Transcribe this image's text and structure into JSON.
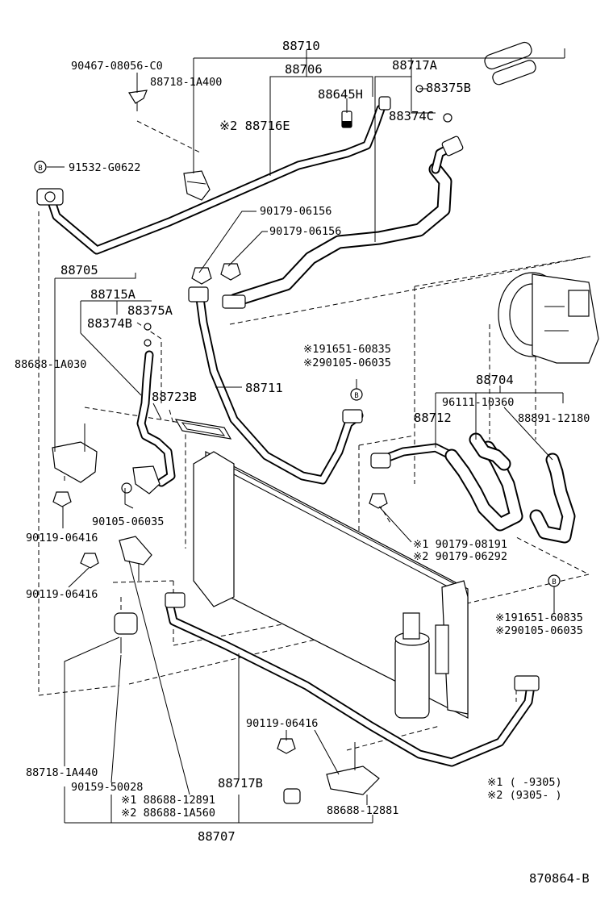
{
  "labels": {
    "p88710": "88710",
    "p88706": "88706",
    "p88717A": "88717A",
    "p90467": "90467-08056-C0",
    "p88718_1A400": "88718-1A400",
    "p88645H": "88645H",
    "p88375B": "88375B",
    "p88374C": "88374C",
    "p88716E": "※2 88716E",
    "p91532": "91532-G0622",
    "p90179a": "90179-06156",
    "p90179b": "90179-06156",
    "p88705": "88705",
    "p88715A": "88715A",
    "p88375A": "88375A",
    "p88374B": "88374B",
    "p88688_1A030": "88688-1A030",
    "p88711": "88711",
    "p191651_a": "※191651-60835",
    "p290105_a": "※290105-06035",
    "p88723B": "88723B",
    "p88704": "88704",
    "p96111": "96111-10360",
    "p88891": "88891-12180",
    "p88712": "88712",
    "p90105": "90105-06035",
    "p90119a": "90119-06416",
    "p90179_08191": "※1 90179-08191",
    "p90179_06292": "※2 90179-06292",
    "p90119b": "90119-06416",
    "p191651_b": "※191651-60835",
    "p290105_b": "※290105-06035",
    "p90119c": "90119-06416",
    "p88718_1A440": "88718-1A440",
    "p90159": "90159-50028",
    "p88688_12891": "※1  88688-12891",
    "p88688_1A560": "※2  88688-1A560",
    "p88717B": "88717B",
    "p88688_12881": "88688-12881",
    "p88707": "88707",
    "note1": "※1  (    -9305)",
    "note2": "※2  (9305-    )",
    "figure_id": "870864-B"
  },
  "symbols": {
    "bolt_marker": "B"
  }
}
